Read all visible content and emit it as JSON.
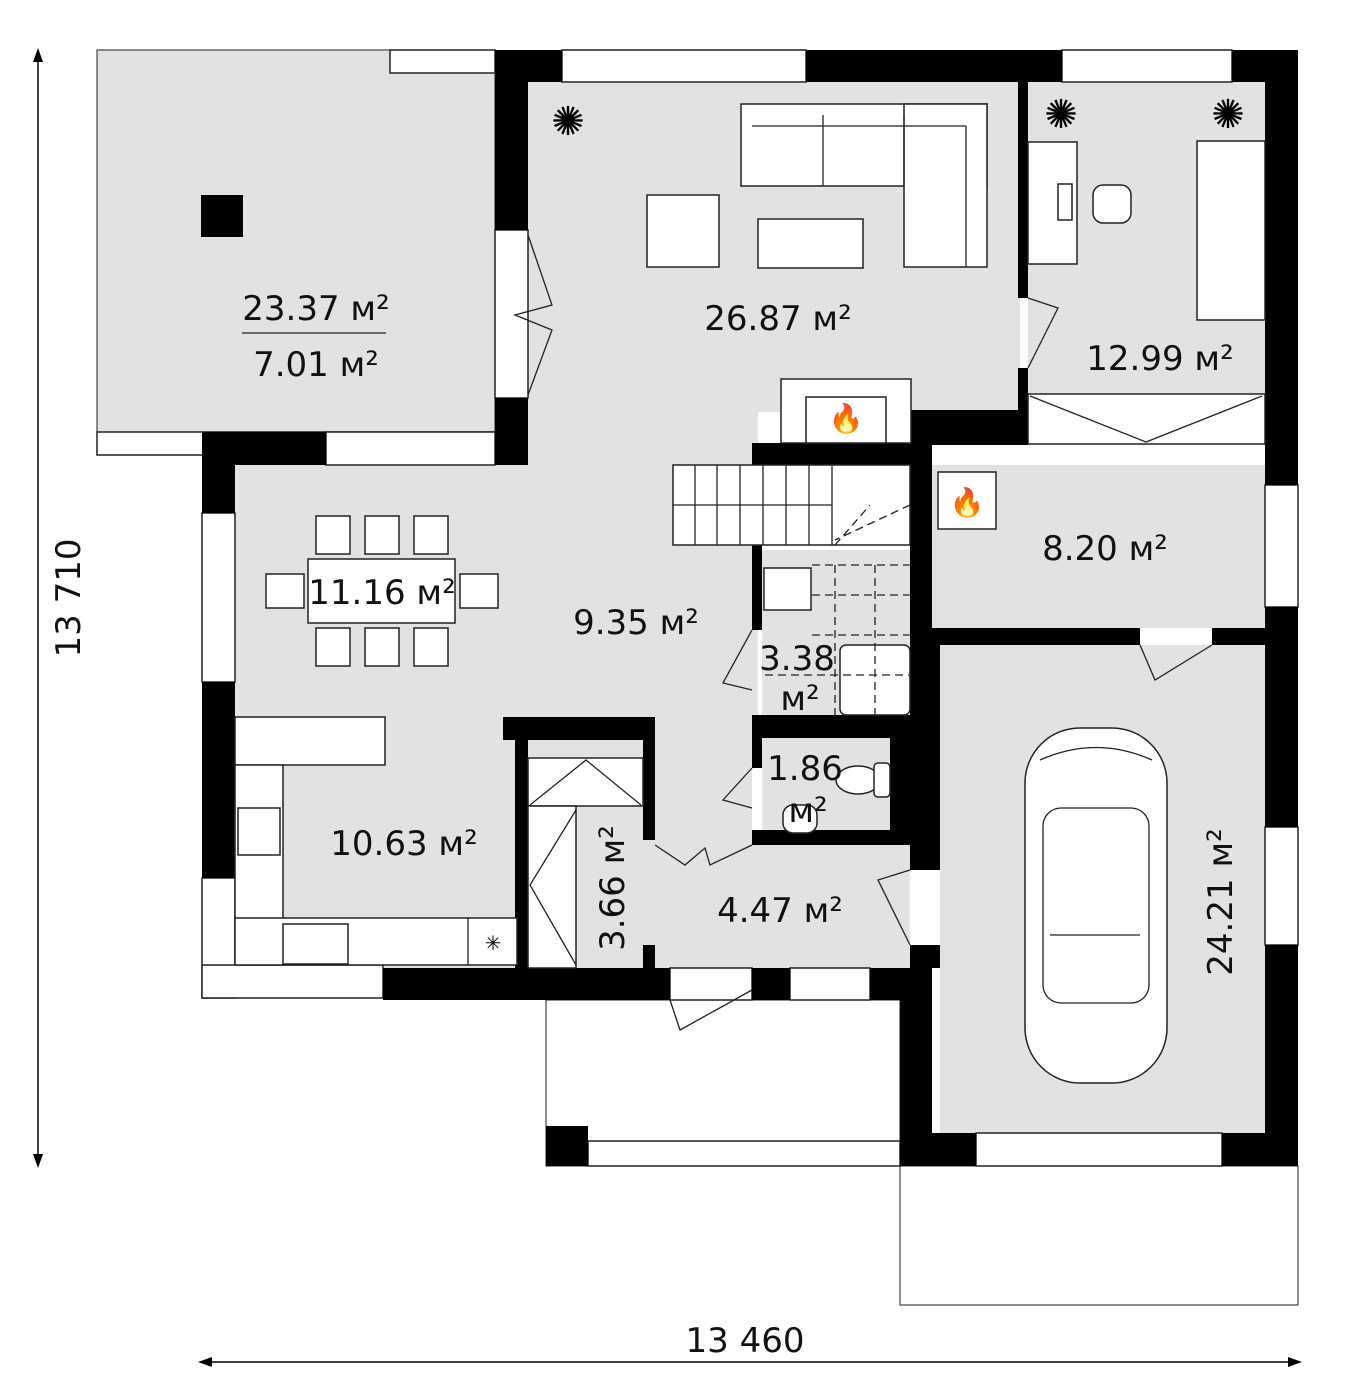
{
  "dimensions": {
    "height": "13 710",
    "width": "13 460"
  },
  "rooms": {
    "terrace_total": "23.37 м²",
    "terrace_covered": "7.01 м²",
    "living": "26.87 м²",
    "study": "12.99 м²",
    "boiler": "8.20 м²",
    "dining": "11.16 м²",
    "hall": "9.35 м²",
    "bathroom_a": "3.38",
    "bathroom_b": "м²",
    "wc_a": "1.86",
    "wc_b": "м²",
    "kitchen": "10.63 м²",
    "pantry": "3.66 м²",
    "entrance": "4.47 м²",
    "garage": "24.21 м²"
  },
  "colors": {
    "wall": "#000000",
    "floor": "#e2e2e2",
    "fire": "#e8173d"
  }
}
